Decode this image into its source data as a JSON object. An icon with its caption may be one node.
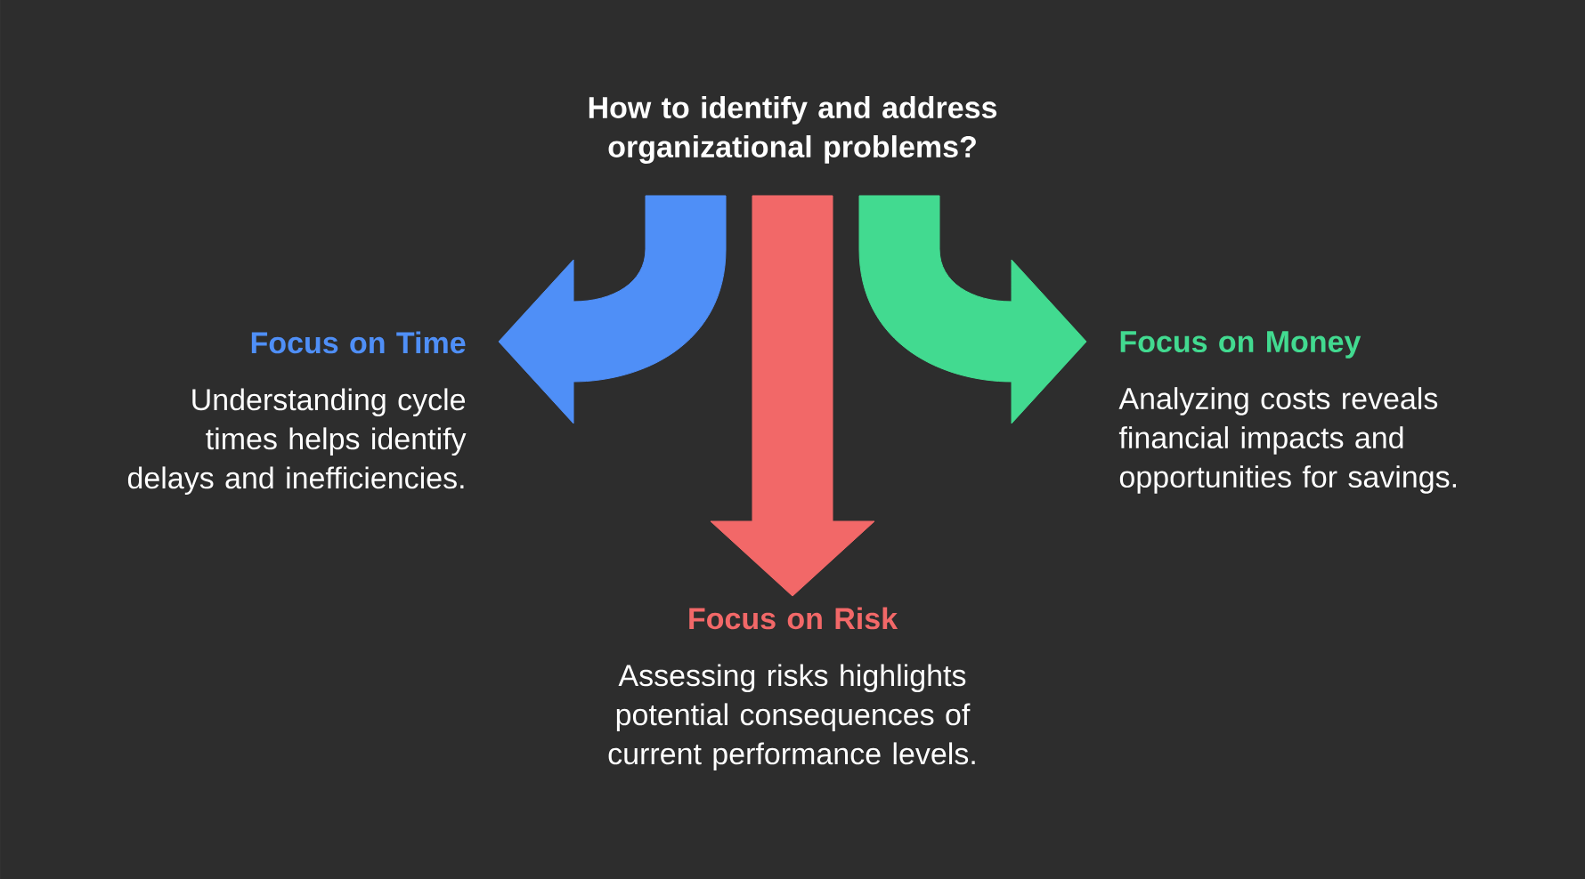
{
  "diagram": {
    "nodes": [
      {
        "text": [
          "How to identify and address organizational problems?"
        ]
      },
      {
        "text": [
          "Focus on Time",
          "Understanding cycle times helps identify delays and inefficiencies."
        ]
      },
      {
        "text": [
          "Focus on Risk",
          "Assessing risks highlights potential consequences of current performance levels."
        ]
      },
      {
        "text": [
          "Focus on Money",
          "Analyzing costs reveals financial impacts and opportunities for savings."
        ]
      }
    ],
    "edges": [
      {
        "from": 0,
        "to": 1,
        "arrow": "to",
        "style": "thick",
        "color": "#4f8ff7"
      },
      {
        "from": 0,
        "to": 2,
        "arrow": "to",
        "style": "thick",
        "color": "#f26868"
      },
      {
        "from": 0,
        "to": 3,
        "arrow": "to",
        "style": "thick",
        "color": "#42da90"
      }
    ]
  }
}
